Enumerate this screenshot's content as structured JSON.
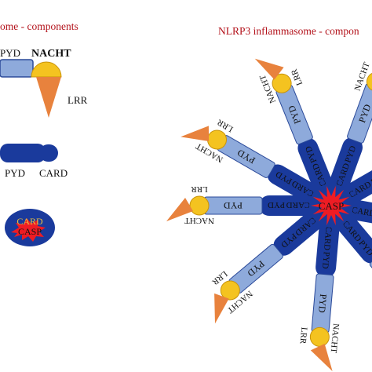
{
  "left_title": "ome - components",
  "right_title": "NLRP3 inflammasome - compon",
  "legend": {
    "nlrp3": {
      "pyd": "PYD",
      "nacht": "NACHT",
      "lrr": "LRR"
    },
    "asc": {
      "pyd": "PYD",
      "card": "CARD"
    },
    "casp1": {
      "card": "CARD",
      "casp": "CASP"
    }
  },
  "assembly": {
    "center": "CASP",
    "ring_labels": [
      "CARD",
      "PYD"
    ],
    "arm_labels": [
      "PYD",
      "NACHT",
      "LRR"
    ]
  },
  "colors": {
    "title_red": "#b3121b",
    "light_blue": "#8eaadb",
    "dark_blue": "#1a3a9c",
    "yellow": "#f4c320",
    "orange": "#e8823d",
    "red": "#ee1c24"
  }
}
